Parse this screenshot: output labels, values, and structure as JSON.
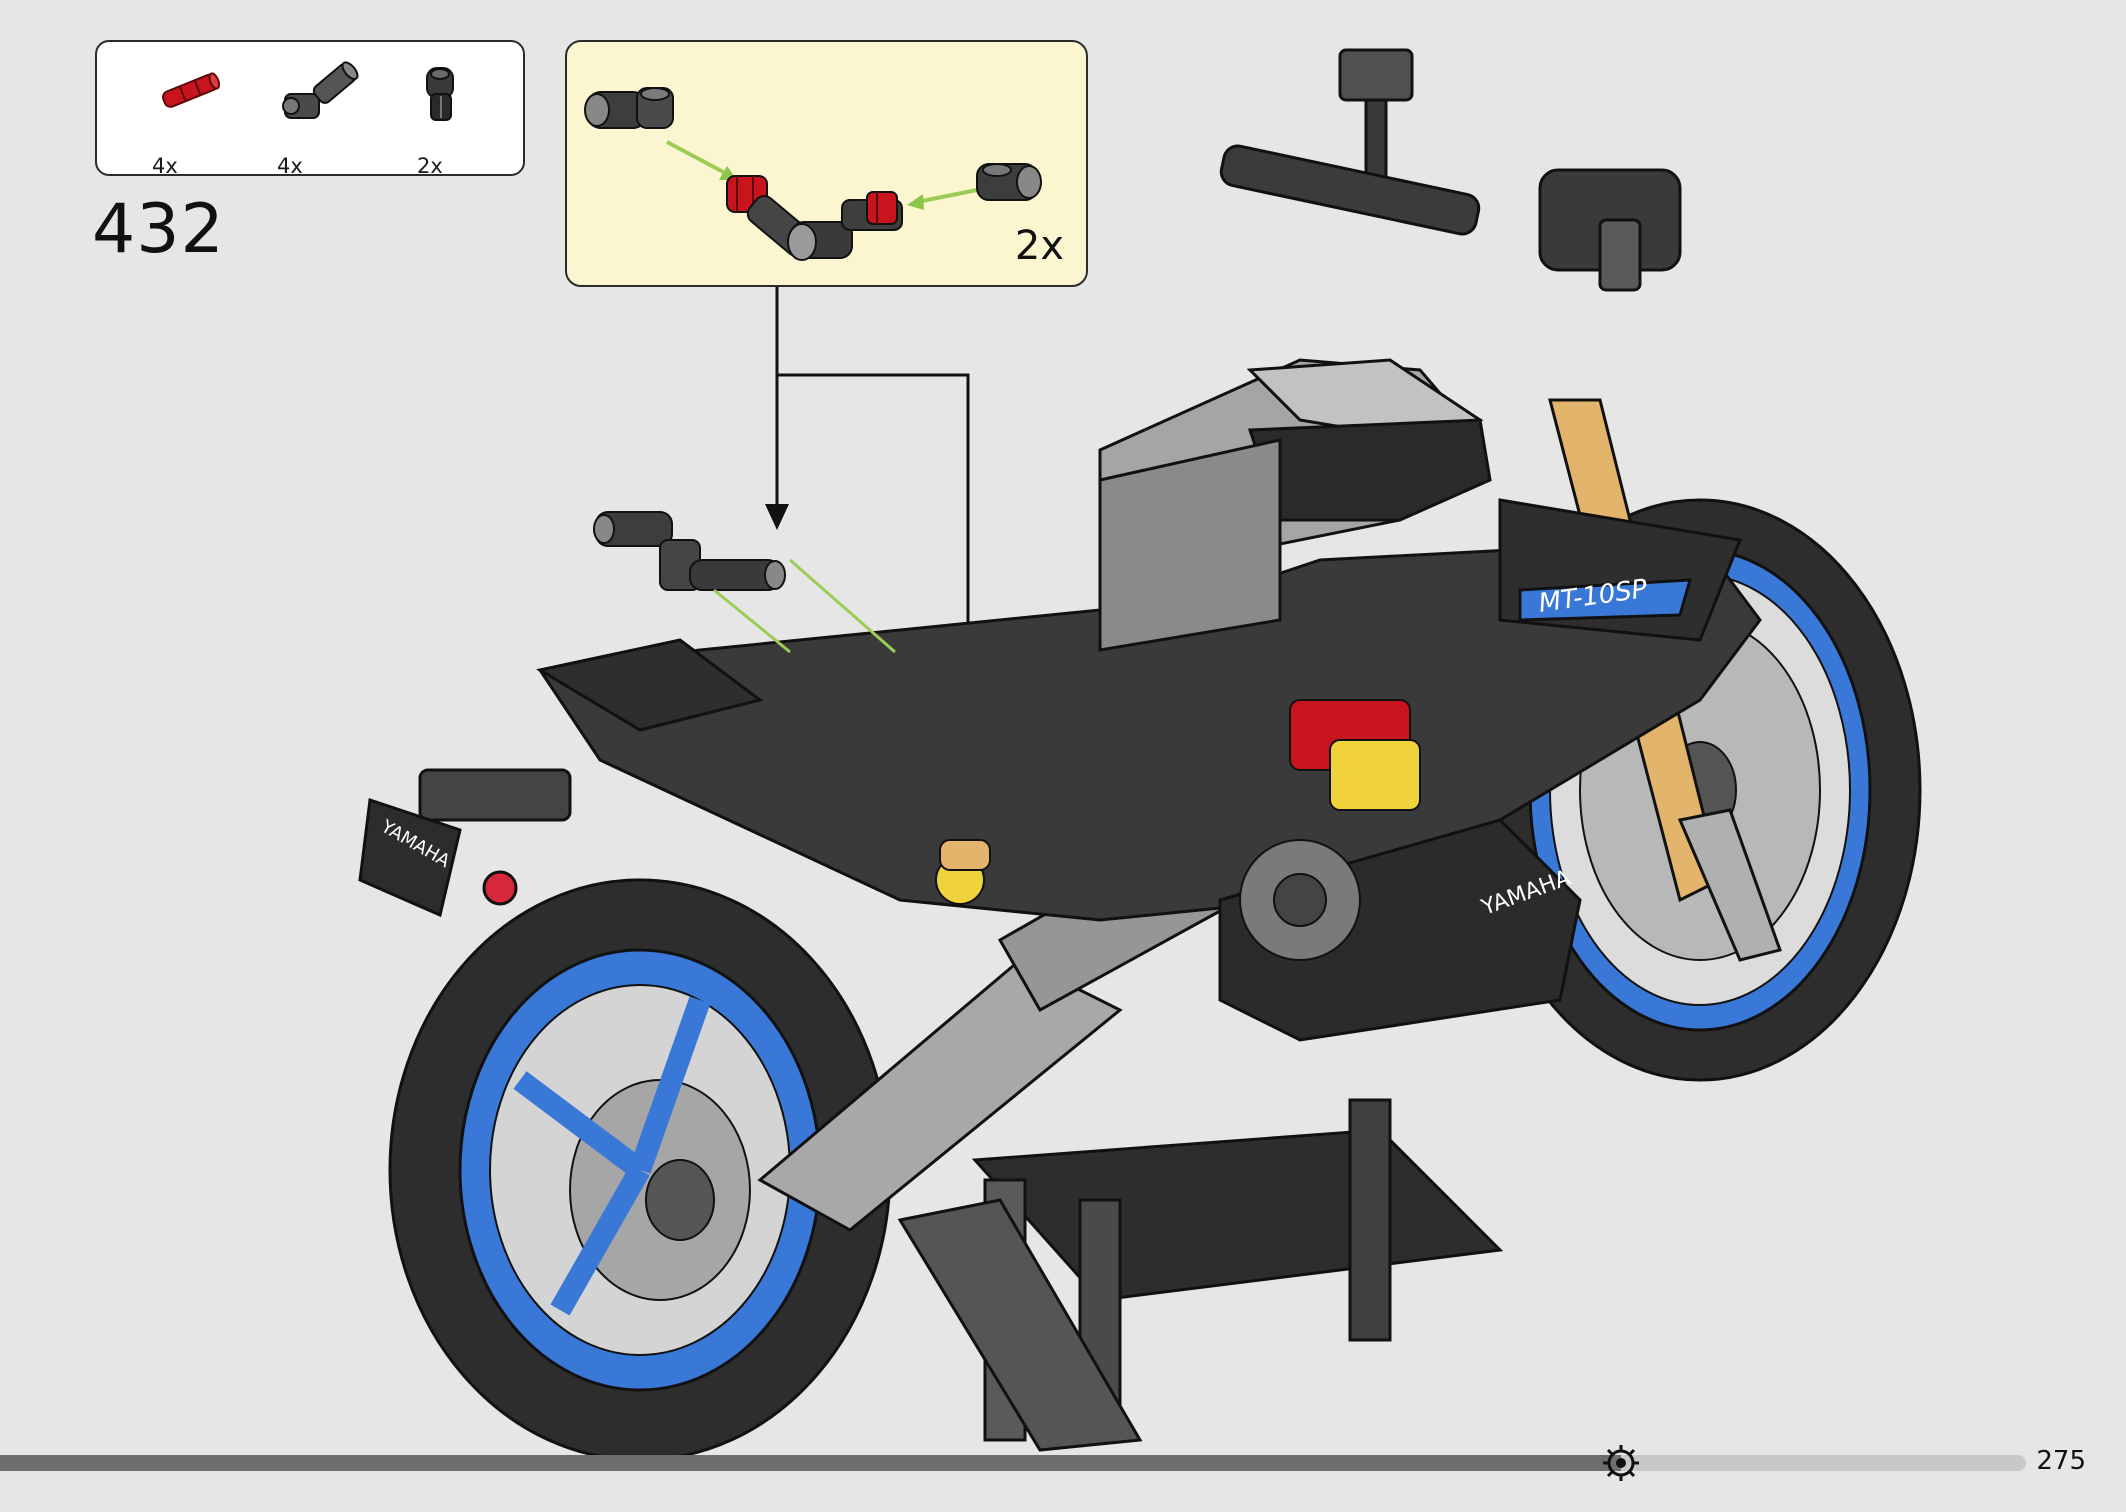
{
  "parts_list": [
    {
      "qty": "4x",
      "icon": "red-axle-pin-icon",
      "color": "#c8141c"
    },
    {
      "qty": "4x",
      "icon": "angled-axle-connector-icon",
      "color": "#3a3a3a"
    },
    {
      "qty": "2x",
      "icon": "pin-connector-icon",
      "color": "#2e2e2e"
    }
  ],
  "step_number": "432",
  "subassembly": {
    "multiplier": "2x",
    "background": "#fbf6cf"
  },
  "model": {
    "front_label": "MT-10SP",
    "side_label": "YAMAHA",
    "rear_label": "YAMAHA",
    "rim_color": "#3a78d8",
    "tire_color": "#2d2d2d"
  },
  "progress": {
    "fraction": 0.8
  },
  "page_number": "275"
}
